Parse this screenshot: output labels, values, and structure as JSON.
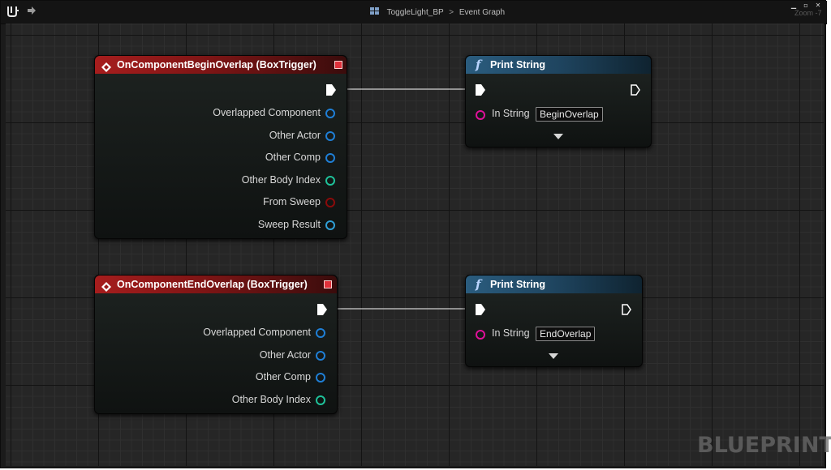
{
  "breadcrumb": {
    "blueprint": "ToggleLight_BP",
    "separator": ">",
    "graph": "Event Graph"
  },
  "zoom_label": "Zoom -7",
  "watermark": "BLUEPRINT",
  "colors": {
    "event_header": "#a61d1d",
    "function_header": "#2a5c7e",
    "object_pin": "#1f7fd6",
    "struct_pin": "#2f9fd6",
    "int_pin": "#1fc29a",
    "bool_pin": "#8a0b0b",
    "string_pin": "#e0109a"
  },
  "nodes": {
    "begin_overlap": {
      "title": "OnComponentBeginOverlap (BoxTrigger)",
      "pins": [
        {
          "label": "Overlapped Component",
          "type": "object"
        },
        {
          "label": "Other Actor",
          "type": "object"
        },
        {
          "label": "Other Comp",
          "type": "object"
        },
        {
          "label": "Other Body Index",
          "type": "int"
        },
        {
          "label": "From Sweep",
          "type": "bool"
        },
        {
          "label": "Sweep Result",
          "type": "struct"
        }
      ]
    },
    "print_begin": {
      "title": "Print String",
      "in_string_label": "In String",
      "in_string_value": "BeginOverlap"
    },
    "end_overlap": {
      "title": "OnComponentEndOverlap (BoxTrigger)",
      "pins": [
        {
          "label": "Overlapped Component",
          "type": "object"
        },
        {
          "label": "Other Actor",
          "type": "object"
        },
        {
          "label": "Other Comp",
          "type": "object"
        },
        {
          "label": "Other Body Index",
          "type": "int"
        }
      ]
    },
    "print_end": {
      "title": "Print String",
      "in_string_label": "In String",
      "in_string_value": "EndOverlap"
    }
  },
  "icons": [
    "unreal-logo-icon",
    "forward-arrow-icon",
    "blueprint-grid-icon",
    "event-diamond-icon",
    "function-f-icon",
    "minimize-icon",
    "maximize-icon",
    "close-icon"
  ]
}
